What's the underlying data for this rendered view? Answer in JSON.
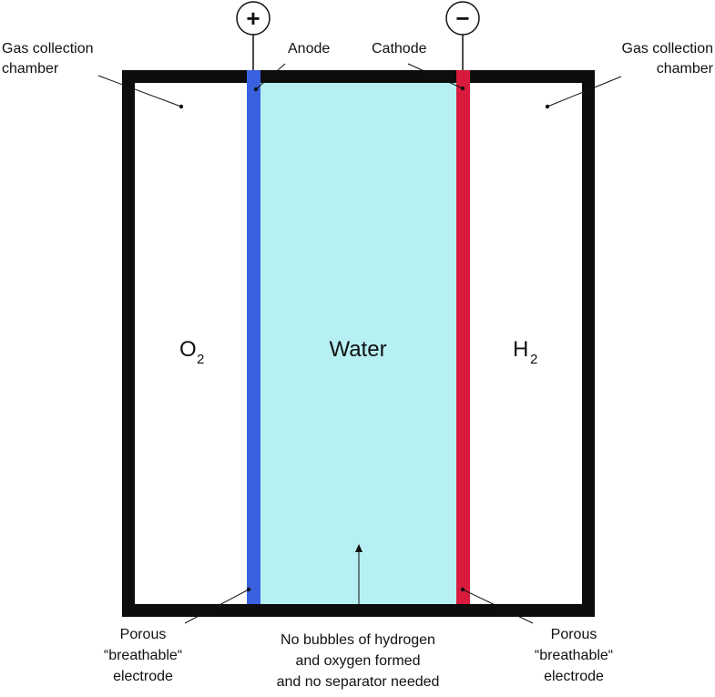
{
  "diagram": {
    "terminals": {
      "positive_symbol": "+",
      "negative_symbol": "−"
    },
    "labels": {
      "gas_left_line1": "Gas collection",
      "gas_left_line2": "chamber",
      "gas_right_line1": "Gas collection",
      "gas_right_line2": "chamber",
      "anode": "Anode",
      "cathode": "Cathode",
      "water": "Water",
      "oxygen_letter": "O",
      "oxygen_sub": "2",
      "hydrogen_letter": "H",
      "hydrogen_sub": "2",
      "porous_left_line1": "Porous",
      "porous_left_line2": "“breathable“",
      "porous_left_line3": "electrode",
      "porous_right_line1": "Porous",
      "porous_right_line2": "“breathable“",
      "porous_right_line3": "electrode",
      "bottom_line1": "No bubbles of hydrogen",
      "bottom_line2": "and oxygen formed",
      "bottom_line3": "and no separator needed"
    },
    "colors": {
      "frame": "#0d0d0d",
      "anode": "#3a62e0",
      "cathode": "#d81a3c",
      "water": "#b6f0f2"
    }
  }
}
